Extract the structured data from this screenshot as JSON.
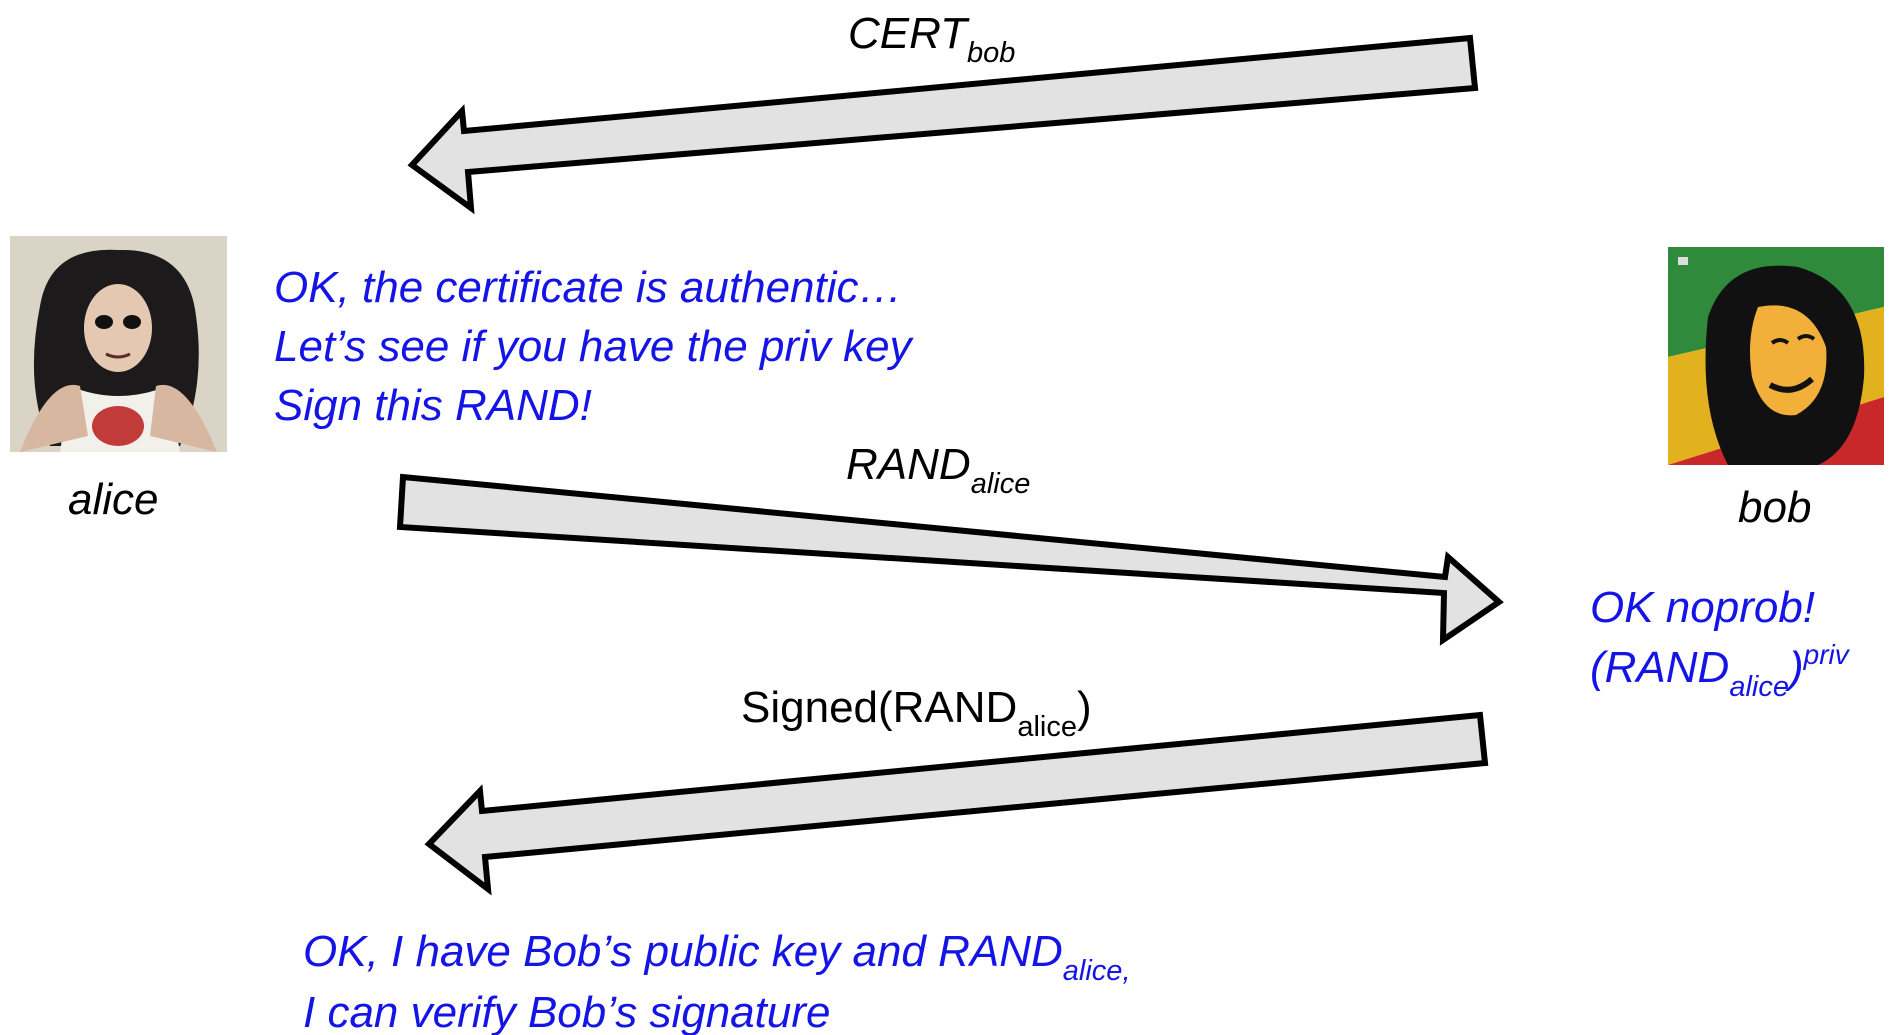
{
  "diagram": {
    "participants": {
      "alice": {
        "name": "alice"
      },
      "bob": {
        "name": "bob"
      }
    },
    "messages": {
      "cert": {
        "base": "CERT",
        "sub": "bob",
        "direction": "bob-to-alice"
      },
      "rand": {
        "base": "RAND",
        "sub": "alice",
        "direction": "alice-to-bob"
      },
      "signed": {
        "prefix": "Signed(RAND",
        "sub": "alice",
        "suffix": ")",
        "direction": "bob-to-alice"
      }
    },
    "alice_note_1": {
      "line1": "OK, the certificate is authentic…",
      "line2": "Let’s see if you have the priv key",
      "line3": "Sign this RAND!"
    },
    "bob_note": {
      "line1": "OK noprob!",
      "open": "(RAND",
      "sub": "alice",
      "close": ")",
      "sup": "priv"
    },
    "alice_note_2": {
      "line1_main": "OK, I have Bob’s public key and RAND",
      "line1_sub": "alice,",
      "line2": "I can verify Bob’s signature"
    },
    "colors": {
      "note_text": "#1414e6",
      "arrow_fill": "#e2e2e2",
      "arrow_stroke": "#000000"
    }
  }
}
